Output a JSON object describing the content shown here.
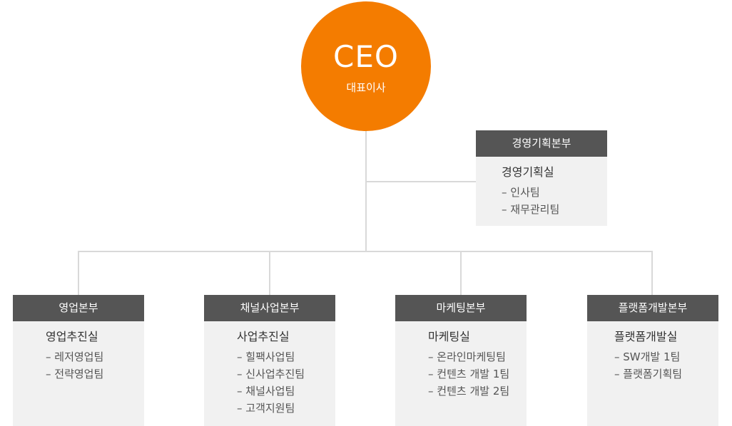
{
  "ceo": {
    "title": "CEO",
    "subtitle": "대표이사",
    "color": "#f47c00"
  },
  "executive": {
    "header": "경영기획본부",
    "office": "경영기획실",
    "teams": [
      "인사팀",
      "재무관리팀"
    ]
  },
  "divisions": [
    {
      "header": "영업본부",
      "office": "영업추진실",
      "teams": [
        "레저영업팀",
        "전략영업팀"
      ]
    },
    {
      "header": "채널사업본부",
      "office": "사업추진실",
      "teams": [
        "힐팩사업팀",
        "신사업추진팀",
        "채널사업팀",
        "고객지원팀"
      ]
    },
    {
      "header": "마케팅본부",
      "office": "마케팅실",
      "teams": [
        "온라인마케팅팀",
        "컨텐츠 개발 1팀",
        "컨텐츠 개발 2팀"
      ]
    },
    {
      "header": "플랫폼개발본부",
      "office": "플랫폼개발실",
      "teams": [
        "SW개발 1팀",
        "플랫폼기획팀"
      ]
    }
  ]
}
